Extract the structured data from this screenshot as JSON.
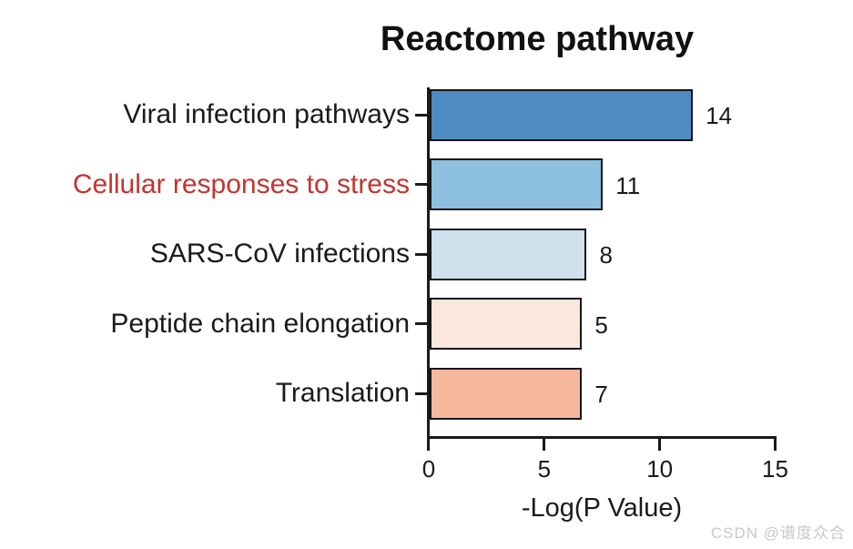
{
  "title": "Reactome pathway",
  "watermark": "CSDN @谱度众合",
  "chart_data": {
    "type": "bar",
    "orientation": "horizontal",
    "title": "Reactome pathway",
    "xlabel": "-Log(P Value)",
    "ylabel": "",
    "xlim": [
      0,
      15
    ],
    "xticks": [
      0,
      5,
      10,
      15
    ],
    "grid": false,
    "legend": false,
    "categories": [
      "Viral infection pathways",
      "Cellular responses to stress",
      "SARS-CoV infections",
      "Peptide chain elongation",
      "Translation"
    ],
    "values": [
      11.4,
      7.5,
      6.8,
      6.6,
      6.6
    ],
    "counts": [
      14,
      11,
      8,
      5,
      7
    ],
    "bar_colors": [
      "#4f8cc2",
      "#8cc0de",
      "#cde0ec",
      "#fbe7dc",
      "#f6b99d"
    ],
    "bar_outline_color": "#15151c",
    "category_label_colors": [
      "#1a1a1a",
      "#c4342f",
      "#1a1a1a",
      "#1a1a1a",
      "#1a1a1a"
    ],
    "highlighted_category": "Cellular responses to stress",
    "highlight_color": "#c4342f",
    "axis_color": "#1a1a1a",
    "watermark_color": "#c8c8c8"
  }
}
